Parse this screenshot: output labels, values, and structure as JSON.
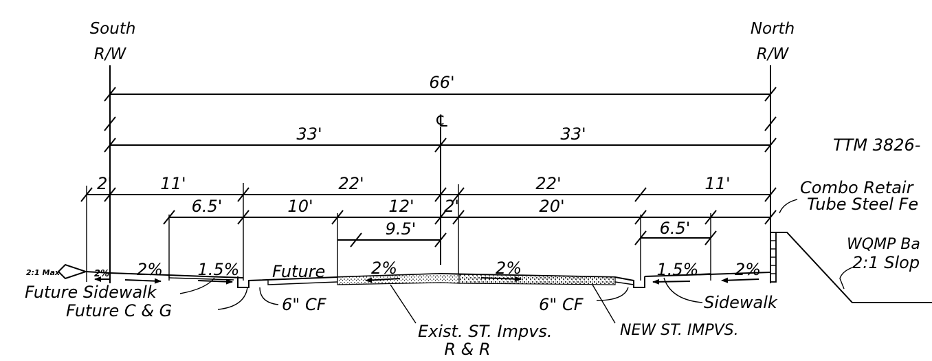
{
  "labels": {
    "south": "South",
    "north": "North",
    "rw_left": "R/W",
    "rw_right": "R/W",
    "centerline": "℄",
    "tract": "TTM 3826-",
    "combo_line1": "Combo Retair",
    "combo_line2": "Tube Steel Fe",
    "wqmp_line1": "WQMP Ba",
    "wqmp_line2": "2:1 Slop",
    "max_slope": "2:1 Max",
    "future": "Future",
    "future_sidewalk": "Future Sidewalk",
    "future_cg": "Future C & G",
    "cf_left": "6\" CF",
    "cf_right": "6\" CF",
    "exist_line1": "Exist. ST. Impvs.",
    "exist_line2": "R & R",
    "new_impvs": "NEW ST. IMPVS.",
    "sidewalk": "Sidewalk"
  },
  "dimensions": {
    "total": "66'",
    "half_left": "33'",
    "half_right": "33'",
    "a_2": "2'",
    "a_11_left": "11'",
    "a_22_left": "22'",
    "a_22_right": "22'",
    "a_11_right": "11'",
    "b_65_left": "6.5'",
    "b_10": "10'",
    "b_12": "12'",
    "b_2": "2'",
    "b_20": "20'",
    "b_65_right": "6.5'",
    "c_95": "9.5'"
  },
  "slopes": {
    "s_2_small": "2%",
    "s_2_left": "2%",
    "s_15_left": "1.5%",
    "s_2_center_left": "2%",
    "s_2_center_right": "2%",
    "s_15_right": "1.5%",
    "s_2_right": "2%"
  }
}
